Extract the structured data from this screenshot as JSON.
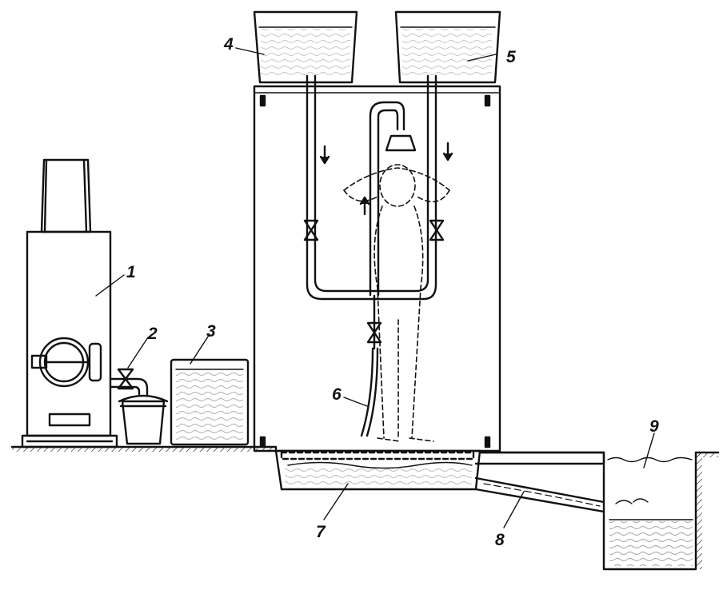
{
  "diagram": {
    "callouts": [
      {
        "id": "water-heater-stove",
        "label": "1"
      },
      {
        "id": "tap-valve",
        "label": "2"
      },
      {
        "id": "cold-water-tank",
        "label": "3"
      },
      {
        "id": "roof-tank-left",
        "label": "4"
      },
      {
        "id": "roof-tank-right",
        "label": "5"
      },
      {
        "id": "hand-shower-hose",
        "label": "6"
      },
      {
        "id": "drain-pit-under-floor",
        "label": "7"
      },
      {
        "id": "drain-pipe",
        "label": "8"
      },
      {
        "id": "soak-pit",
        "label": "9"
      }
    ],
    "colors": {
      "ink": "#111111",
      "background": "#ffffff"
    }
  }
}
